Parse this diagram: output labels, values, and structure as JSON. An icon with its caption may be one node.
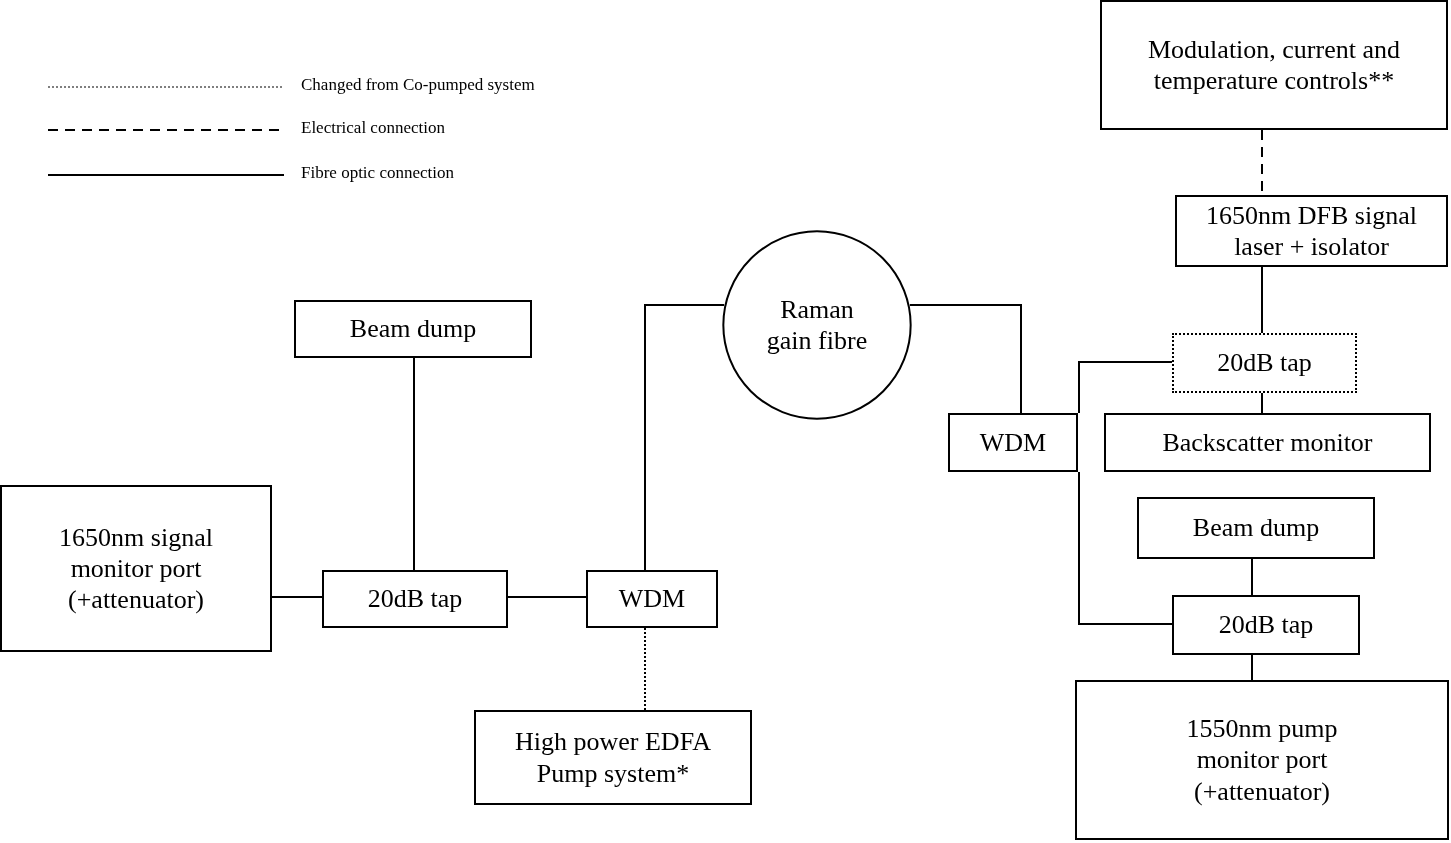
{
  "diagram": {
    "nodes": [
      {
        "text": [
          "Modulation, current and temperature controls**"
        ]
      },
      {
        "text": [
          "1650nm DFB signal laser + isolator"
        ]
      },
      {
        "text": [
          "Raman gain fibre"
        ]
      },
      {
        "text": [
          "20dB tap"
        ]
      },
      {
        "text": [
          "WDM"
        ]
      },
      {
        "text": [
          "Backscatter monitor"
        ]
      },
      {
        "text": [
          "Beam dump"
        ]
      },
      {
        "text": [
          "1650nm signal monitor port (+attenuator)"
        ]
      },
      {
        "text": [
          "20dB tap"
        ]
      },
      {
        "text": [
          "WDM"
        ]
      },
      {
        "text": [
          "Beam dump"
        ]
      },
      {
        "text": [
          "20dB tap"
        ]
      },
      {
        "text": [
          "High power EDFA Pump system*"
        ]
      },
      {
        "text": [
          "1550nm pump monitor port (+attenuator)"
        ]
      }
    ],
    "edges": [
      {
        "from": 0,
        "to": 1,
        "arrow": "none",
        "style": "dashed"
      },
      {
        "from": 1,
        "to": 3,
        "arrow": "none"
      },
      {
        "from": 3,
        "to": 5,
        "arrow": "none"
      },
      {
        "from": 2,
        "to": 4,
        "arrow": "none"
      },
      {
        "from": 4,
        "to": 3,
        "arrow": "none"
      },
      {
        "from": 4,
        "to": 11,
        "arrow": "none"
      },
      {
        "from": 10,
        "to": 11,
        "arrow": "none"
      },
      {
        "from": 11,
        "to": 13,
        "arrow": "none"
      },
      {
        "from": 6,
        "to": 8,
        "arrow": "none"
      },
      {
        "from": 7,
        "to": 8,
        "arrow": "none"
      },
      {
        "from": 8,
        "to": 9,
        "arrow": "none"
      },
      {
        "from": 9,
        "to": 2,
        "arrow": "none"
      },
      {
        "from": 9,
        "to": 12,
        "arrow": "none",
        "style": "dashed"
      }
    ],
    "legend": [
      {
        "text": "Changed from Co-pumped system"
      },
      {
        "text": "Electrical connection"
      },
      {
        "text": "Fibre optic connection"
      }
    ]
  }
}
